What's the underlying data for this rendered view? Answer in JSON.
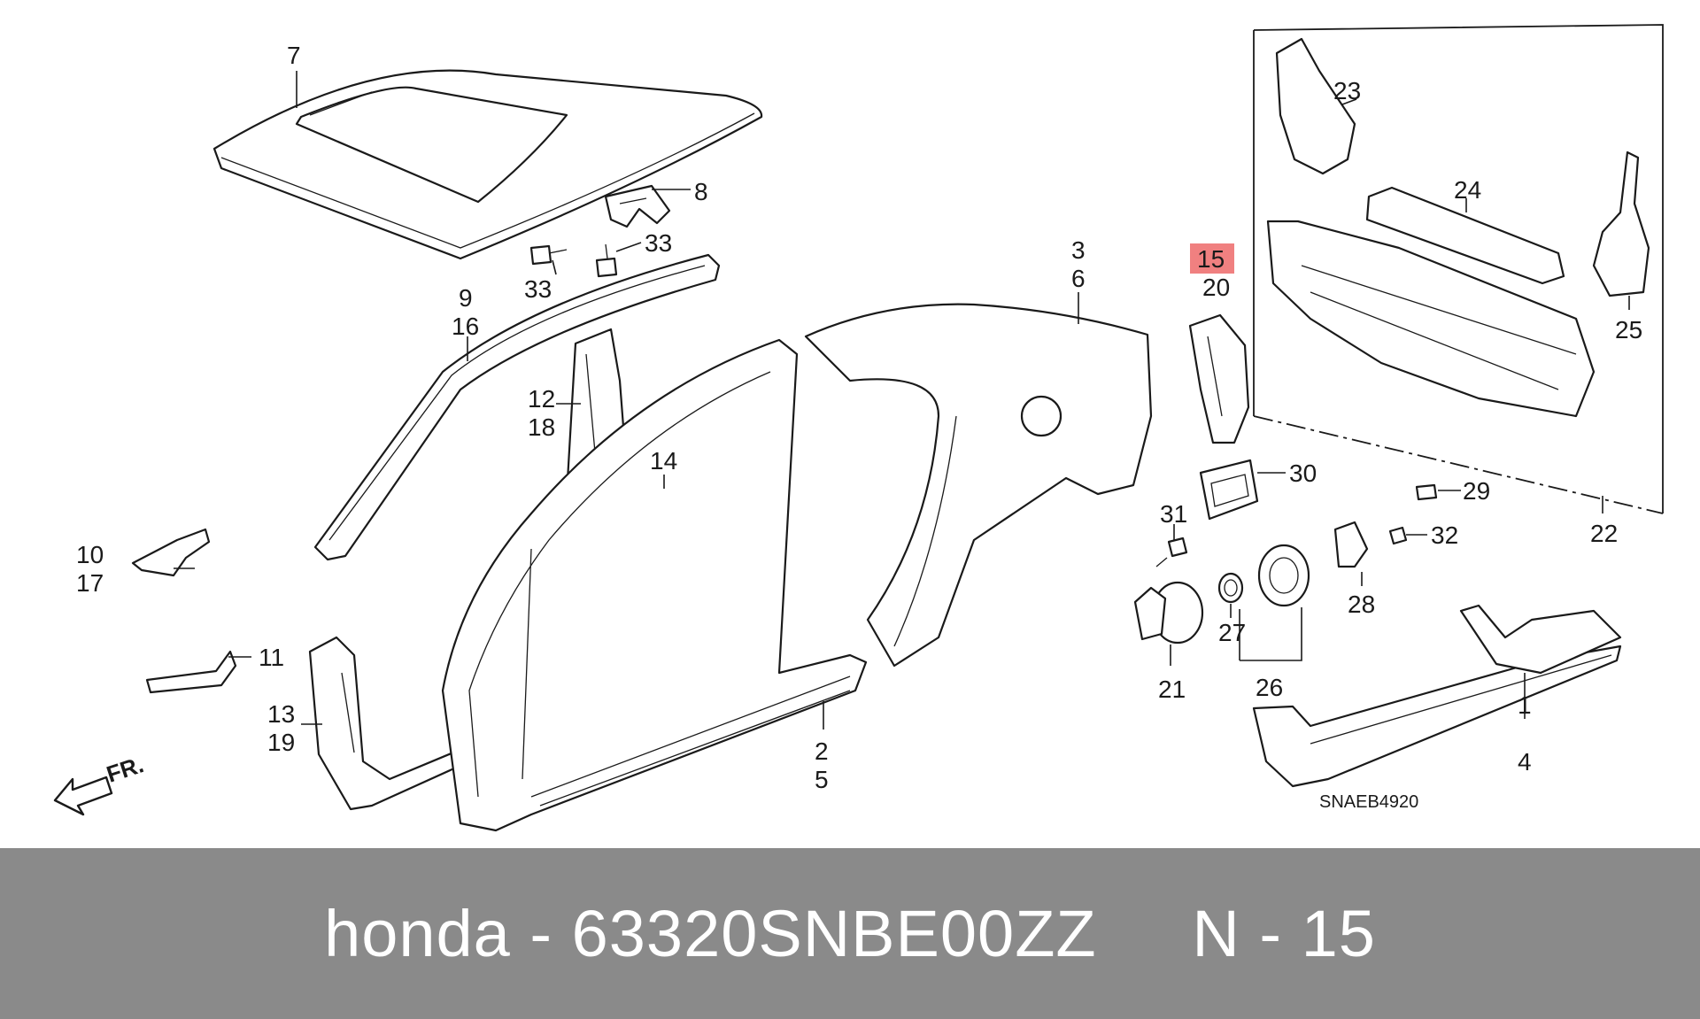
{
  "diagram": {
    "callouts": {
      "c1": "1",
      "c2": "2",
      "c3": "3",
      "c4": "4",
      "c5": "5",
      "c6": "6",
      "c7": "7",
      "c8": "8",
      "c9": "9",
      "c10": "10",
      "c11": "11",
      "c12": "12",
      "c13": "13",
      "c14": "14",
      "c15": "15",
      "c16": "16",
      "c17": "17",
      "c18": "18",
      "c19": "19",
      "c20": "20",
      "c21": "21",
      "c22": "22",
      "c23": "23",
      "c24": "24",
      "c25": "25",
      "c26": "26",
      "c27": "27",
      "c28": "28",
      "c29": "29",
      "c30": "30",
      "c31": "31",
      "c32": "32",
      "c33a": "33",
      "c33b": "33"
    },
    "highlighted_callout": "15",
    "highlight_color": "#f08080",
    "front_arrow_label": "FR.",
    "diagram_code": "SNAEB4920"
  },
  "footer": {
    "text": "honda - 63320SNBE00ZZ     N - 15",
    "background": "#8a8a8a"
  }
}
